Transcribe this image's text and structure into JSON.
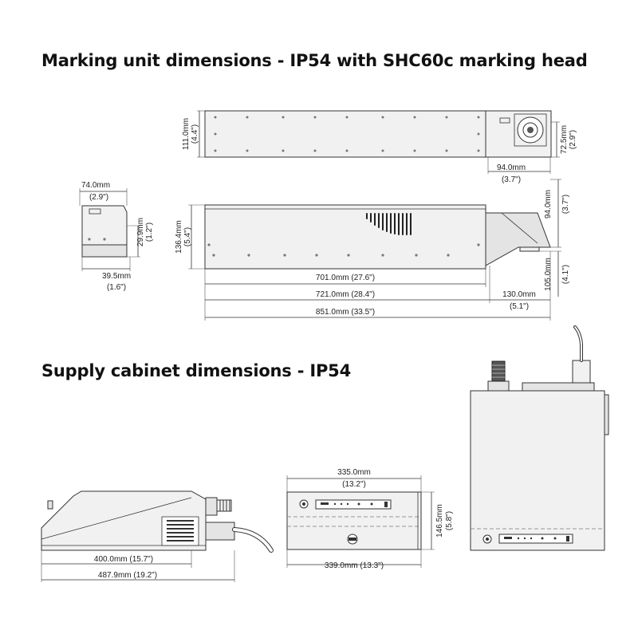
{
  "titles": {
    "marking_unit": "Marking unit dimensions - IP54 with SHC60c marking head",
    "supply_cabinet": "Supply cabinet dimensions - IP54"
  },
  "marking_unit": {
    "top_height_mm": "111.0mm",
    "top_height_in": "(4.4\")",
    "head_height_mm": "72.5mm",
    "head_height_in": "(2.9\")",
    "head_width_mm": "94.0mm",
    "head_width_in": "(3.7\")",
    "end_width_mm": "74.0mm",
    "end_width_in": "(2.9\")",
    "end_height_mm": "29.9mm",
    "end_height_in": "(1.2\")",
    "end_base_mm": "39.5mm",
    "end_base_in": "(1.6\")",
    "side_height_mm": "136.4mm",
    "side_height_in": "(5.4\")",
    "nozzle_height_mm": "94.0mm",
    "nozzle_height_in": "(3.7\")",
    "nozzle_low_mm": "105.0mm",
    "nozzle_low_in": "(4.1\")",
    "len_701": "701.0mm (27.6\")",
    "len_721": "721.0mm (28.4\")",
    "len_130_mm": "130.0mm",
    "len_130_in": "(5.1\")",
    "len_851": "851.0mm (33.5\")"
  },
  "supply_cabinet": {
    "depth_400": "400.0mm (15.7\")",
    "depth_487": "487.9mm (19.2\")",
    "width_335_mm": "335.0mm",
    "width_335_in": "(13.2\")",
    "width_339": "339.0mm (13.3\")",
    "height_mm": "146.5mm",
    "height_in": "(5.8\")"
  },
  "colors": {
    "line": "#333333",
    "fill": "#f1f1f1"
  }
}
